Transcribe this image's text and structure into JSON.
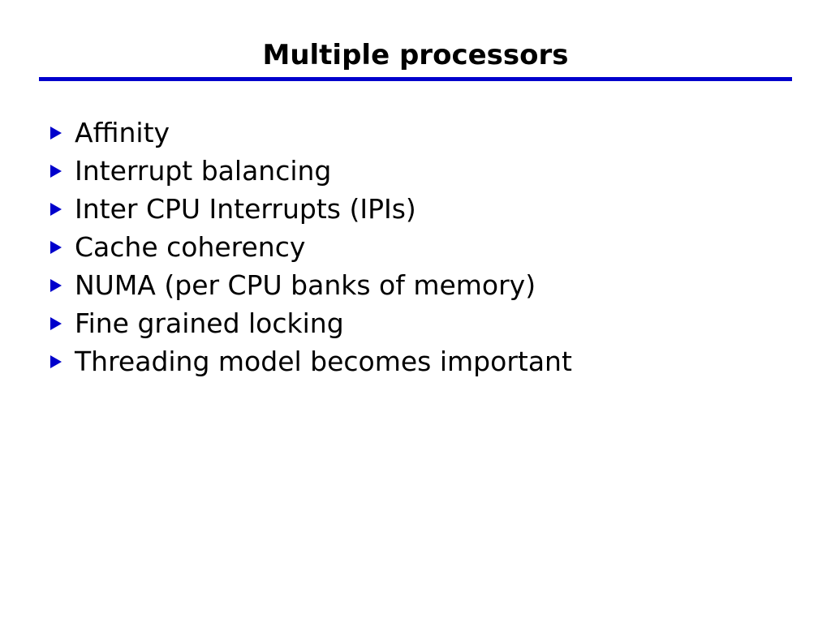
{
  "slide": {
    "title": "Multiple processors",
    "accent_color": "#0000cc",
    "text_color": "#000000",
    "background_color": "#ffffff",
    "bullet_icon": "triangle-right-icon",
    "bullets": [
      {
        "text": "Affinity"
      },
      {
        "text": "Interrupt balancing"
      },
      {
        "text": "Inter CPU Interrupts (IPIs)"
      },
      {
        "text": "Cache coherency"
      },
      {
        "text": "NUMA (per CPU banks of memory)"
      },
      {
        "text": "Fine grained locking"
      },
      {
        "text": "Threading model becomes important"
      }
    ]
  }
}
